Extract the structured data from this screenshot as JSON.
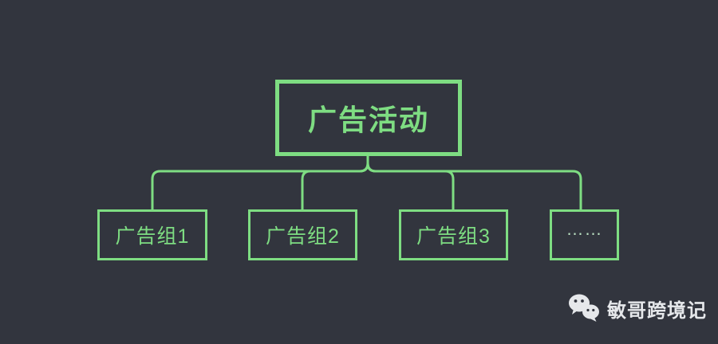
{
  "diagram": {
    "type": "org-flowchart",
    "root": {
      "label": "广告活动"
    },
    "children": [
      {
        "label": "广告组1"
      },
      {
        "label": "广告组2"
      },
      {
        "label": "广告组3"
      },
      {
        "label": "……"
      }
    ]
  },
  "watermark": {
    "icon": "wechat-icon",
    "text": "敏哥跨境记"
  },
  "colors": {
    "background": "#32353e",
    "accent": "#7edd82",
    "ellipsis_text": "#b9dfc0",
    "watermark": "#e6e8eb"
  }
}
